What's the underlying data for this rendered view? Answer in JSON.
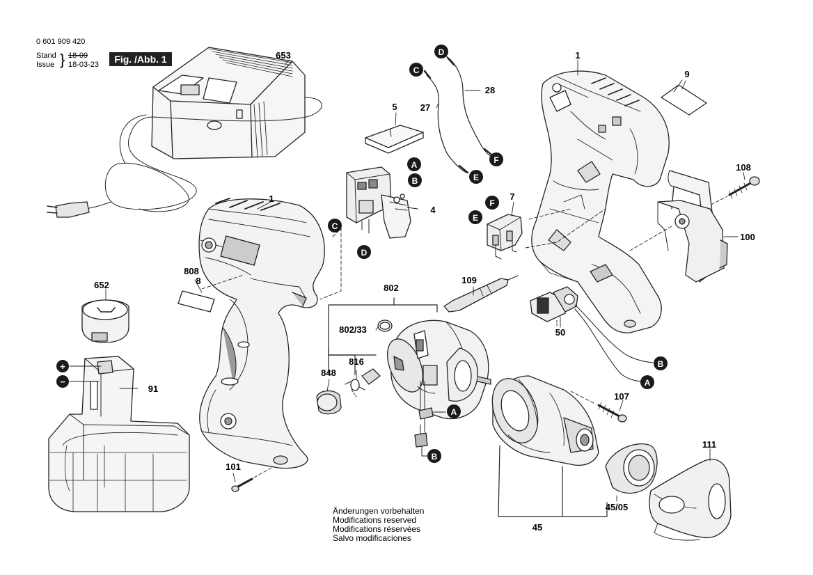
{
  "header": {
    "part_number": "0 601 909 420",
    "stand_label": "Stand",
    "issue_label": "Issue",
    "stand_value": "18-09",
    "issue_value": "18-03-23",
    "figure_label": "Fig. /Abb. 1"
  },
  "notes": [
    "Änderungen vorbehalten",
    "Modifications reserved",
    "Modifications réservées",
    "Salvo modificaciones"
  ],
  "part_labels": {
    "p653": "653",
    "p1a": "1",
    "p1b": "1",
    "p9": "9",
    "p5": "5",
    "p27": "27",
    "p28": "28",
    "p4": "4",
    "p7": "7",
    "p108": "108",
    "p100": "100",
    "p808": "808",
    "p8": "8",
    "p652": "652",
    "p91": "91",
    "p802": "802",
    "p802_33": "802/33",
    "p848": "848",
    "p816": "816",
    "p109": "109",
    "p50": "50",
    "p107": "107",
    "p111": "111",
    "p45_05": "45/05",
    "p45": "45",
    "p101": "101"
  },
  "connectors": {
    "A": "A",
    "B": "B",
    "C": "C",
    "D": "D",
    "E": "E",
    "F": "F"
  },
  "symbols": {
    "plus": "+",
    "minus": "−"
  },
  "colors": {
    "line": "#222222",
    "fill_light": "#f4f4f4",
    "fill_mid": "#d9d9d9",
    "fill_dark": "#8c8c8c",
    "badge": "#1a1a1a"
  }
}
